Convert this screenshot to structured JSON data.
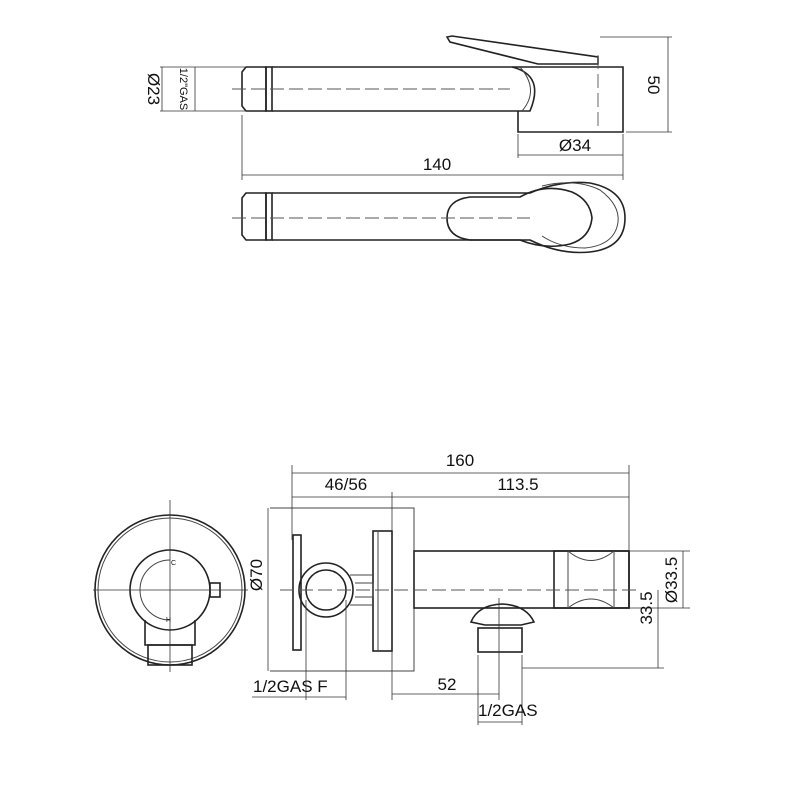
{
  "handshower": {
    "diameter_connection": "Ø23",
    "thread": "1/2\"GAS",
    "height": "50",
    "head_diameter": "Ø34",
    "length": "140"
  },
  "valve": {
    "total_length": "160",
    "wall_depth": "46/56",
    "projection": "113.5",
    "plate_diameter": "Ø70",
    "inlet_thread": "1/2GAS F",
    "outlet_offset": "52",
    "outlet_thread": "1/2GAS",
    "outlet_drop": "33.5",
    "holder_diameter": "Ø33.5",
    "cold_mark": "C",
    "hot_mark": "H"
  }
}
